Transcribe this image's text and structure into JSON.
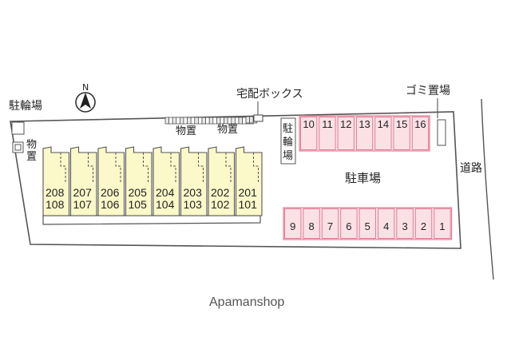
{
  "labels": {
    "bicycle_parking_left": "駐輪場",
    "storage_left": "物置",
    "storage_center_1": "物置",
    "storage_center_2": "物置",
    "delivery_box": "宅配ボックス",
    "garbage": "ゴミ置場",
    "bicycle_parking_center": "駐輪場",
    "car_parking": "駐車場",
    "road": "道路",
    "north": "N",
    "brand": "Apamanshop"
  },
  "units": [
    {
      "upper": "208",
      "lower": "108"
    },
    {
      "upper": "207",
      "lower": "107"
    },
    {
      "upper": "206",
      "lower": "106"
    },
    {
      "upper": "205",
      "lower": "105"
    },
    {
      "upper": "204",
      "lower": "104"
    },
    {
      "upper": "203",
      "lower": "103"
    },
    {
      "upper": "202",
      "lower": "102"
    },
    {
      "upper": "201",
      "lower": "101"
    }
  ],
  "parking_top": [
    "10",
    "11",
    "12",
    "13",
    "14",
    "15",
    "16"
  ],
  "parking_bottom": [
    "9",
    "8",
    "7",
    "6",
    "5",
    "4",
    "3",
    "2",
    "1"
  ],
  "colors": {
    "building_fill": "#fbf8c9",
    "parking_fill": "#fbe1e6",
    "parking_stroke": "#e07f95",
    "outline": "#444444"
  }
}
